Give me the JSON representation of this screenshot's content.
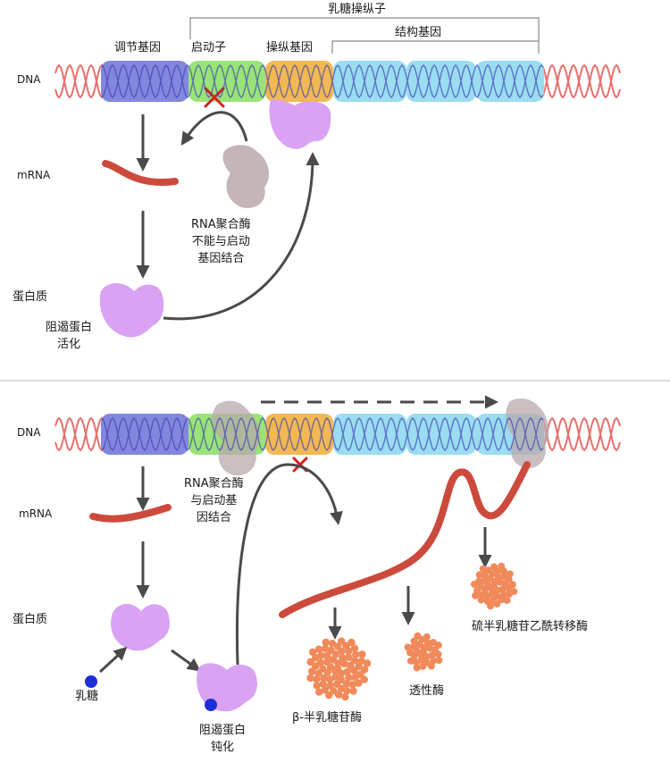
{
  "top": {
    "operon_label": "乳糖操纵子",
    "regulator_gene": "调节基因",
    "promoter": "启动子",
    "operator_gene": "操纵基因",
    "structural_genes": "结构基因",
    "row_dna": "DNA",
    "row_mrna": "mRNA",
    "row_protein": "蛋白质",
    "rnap_note": "RNA聚合酶\n不能与启动\n基因结合",
    "repressor_active": "阻遏蛋白\n活化"
  },
  "bottom": {
    "row_dna": "DNA",
    "row_mrna": "mRNA",
    "row_protein": "蛋白质",
    "rnap_binds": "RNA聚合酶\n与启动基\n因结合",
    "lactose": "乳糖",
    "repressor_inactive": "阻遏蛋白\n钝化",
    "enzyme_beta_gal": "β-半乳糖苷酶",
    "enzyme_permease": "透性酶",
    "enzyme_transacetylase": "硫半乳糖苷乙酰转移酶"
  },
  "colors": {
    "helix": "#e87070",
    "regulator": "#6c72d8",
    "promoter": "#8ee06a",
    "operator": "#f0b040",
    "structural": "#8fd8ee",
    "protein": "#d9a2f2",
    "mrna": "#cc4a3c",
    "arrow": "#4a4a4a",
    "rnap": "#b8a8ac",
    "enzyme": "#f08a5a",
    "lactose_ball": "#1c2fd6"
  }
}
